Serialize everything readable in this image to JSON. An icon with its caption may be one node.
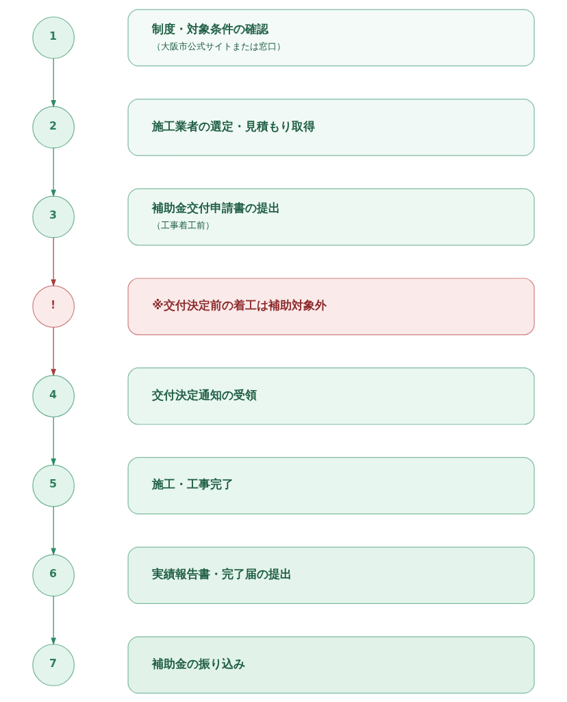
{
  "diagram": {
    "nodes": [
      {
        "text": [
          "1"
        ]
      },
      {
        "text": [
          "制度・対象条件の確認",
          "（大阪市公式サイトまたは窓口）"
        ]
      },
      {
        "text": [
          "2"
        ]
      },
      {
        "text": [
          "施工業者の選定・見積もり取得"
        ]
      },
      {
        "text": [
          "3"
        ]
      },
      {
        "text": [
          "補助金交付申請書の提出",
          "（工事着工前）"
        ]
      },
      {
        "text": [
          "!"
        ]
      },
      {
        "text": [
          "※交付決定前の着工は補助対象外"
        ]
      },
      {
        "text": [
          "4"
        ]
      },
      {
        "text": [
          "交付決定通知の受領"
        ]
      },
      {
        "text": [
          "5"
        ]
      },
      {
        "text": [
          "施工・工事完了"
        ]
      },
      {
        "text": [
          "6"
        ]
      },
      {
        "text": [
          "実績報告書・完了届の提出"
        ]
      },
      {
        "text": [
          "7"
        ]
      },
      {
        "text": [
          "補助金の振り込み"
        ]
      }
    ],
    "edges": [
      {
        "from": 0,
        "to": 2,
        "arrow": "to"
      },
      {
        "from": 2,
        "to": 4,
        "arrow": "to"
      },
      {
        "from": 4,
        "to": 6,
        "arrow": "to",
        "color": "#a83c3c"
      },
      {
        "from": 6,
        "to": 8,
        "arrow": "to",
        "color": "#a83c3c"
      },
      {
        "from": 8,
        "to": 10,
        "arrow": "to"
      },
      {
        "from": 10,
        "to": 12,
        "arrow": "to"
      },
      {
        "from": 12,
        "to": 14,
        "arrow": "to"
      }
    ]
  }
}
